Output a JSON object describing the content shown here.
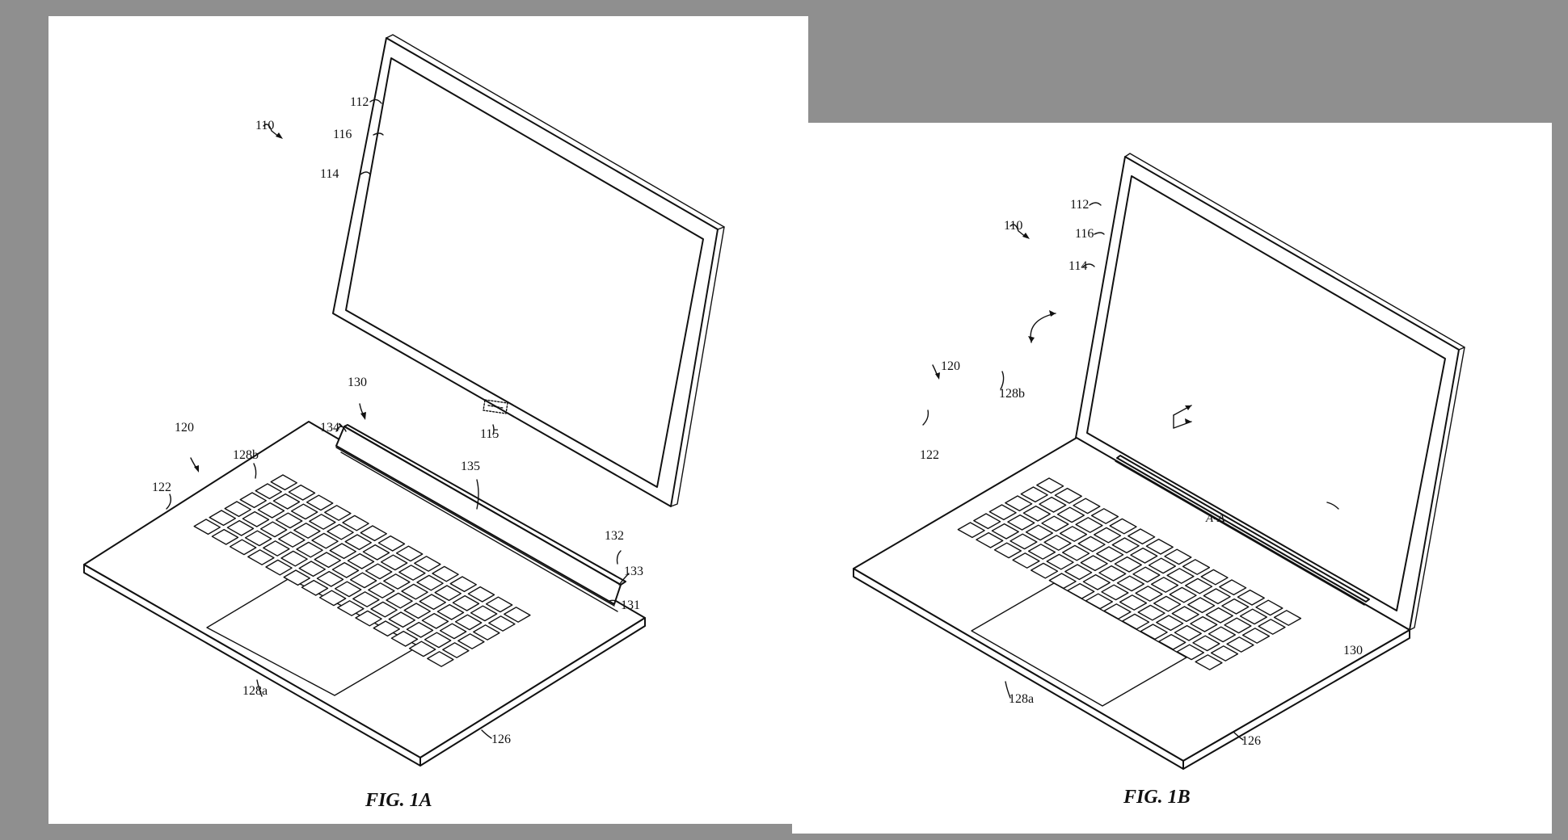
{
  "figures": [
    {
      "caption": "FIG. 1A",
      "labels": {
        "l112": "112",
        "l110": "110",
        "l116": "116",
        "l114": "114",
        "l130": "130",
        "l115": "115",
        "l134": "134",
        "l120": "120",
        "l128b": "128b",
        "l135": "135",
        "l122": "122",
        "l132": "132",
        "l133": "133",
        "l131": "131",
        "l128a": "128a",
        "l126": "126"
      }
    },
    {
      "caption": "FIG. 1B",
      "labels": {
        "l112": "112",
        "l110": "110",
        "l116": "116",
        "l114": "114",
        "l120": "120",
        "l128b": "128b",
        "l122": "122",
        "aa": "A-A",
        "l130": "130",
        "l128a": "128a",
        "l126": "126"
      }
    }
  ]
}
